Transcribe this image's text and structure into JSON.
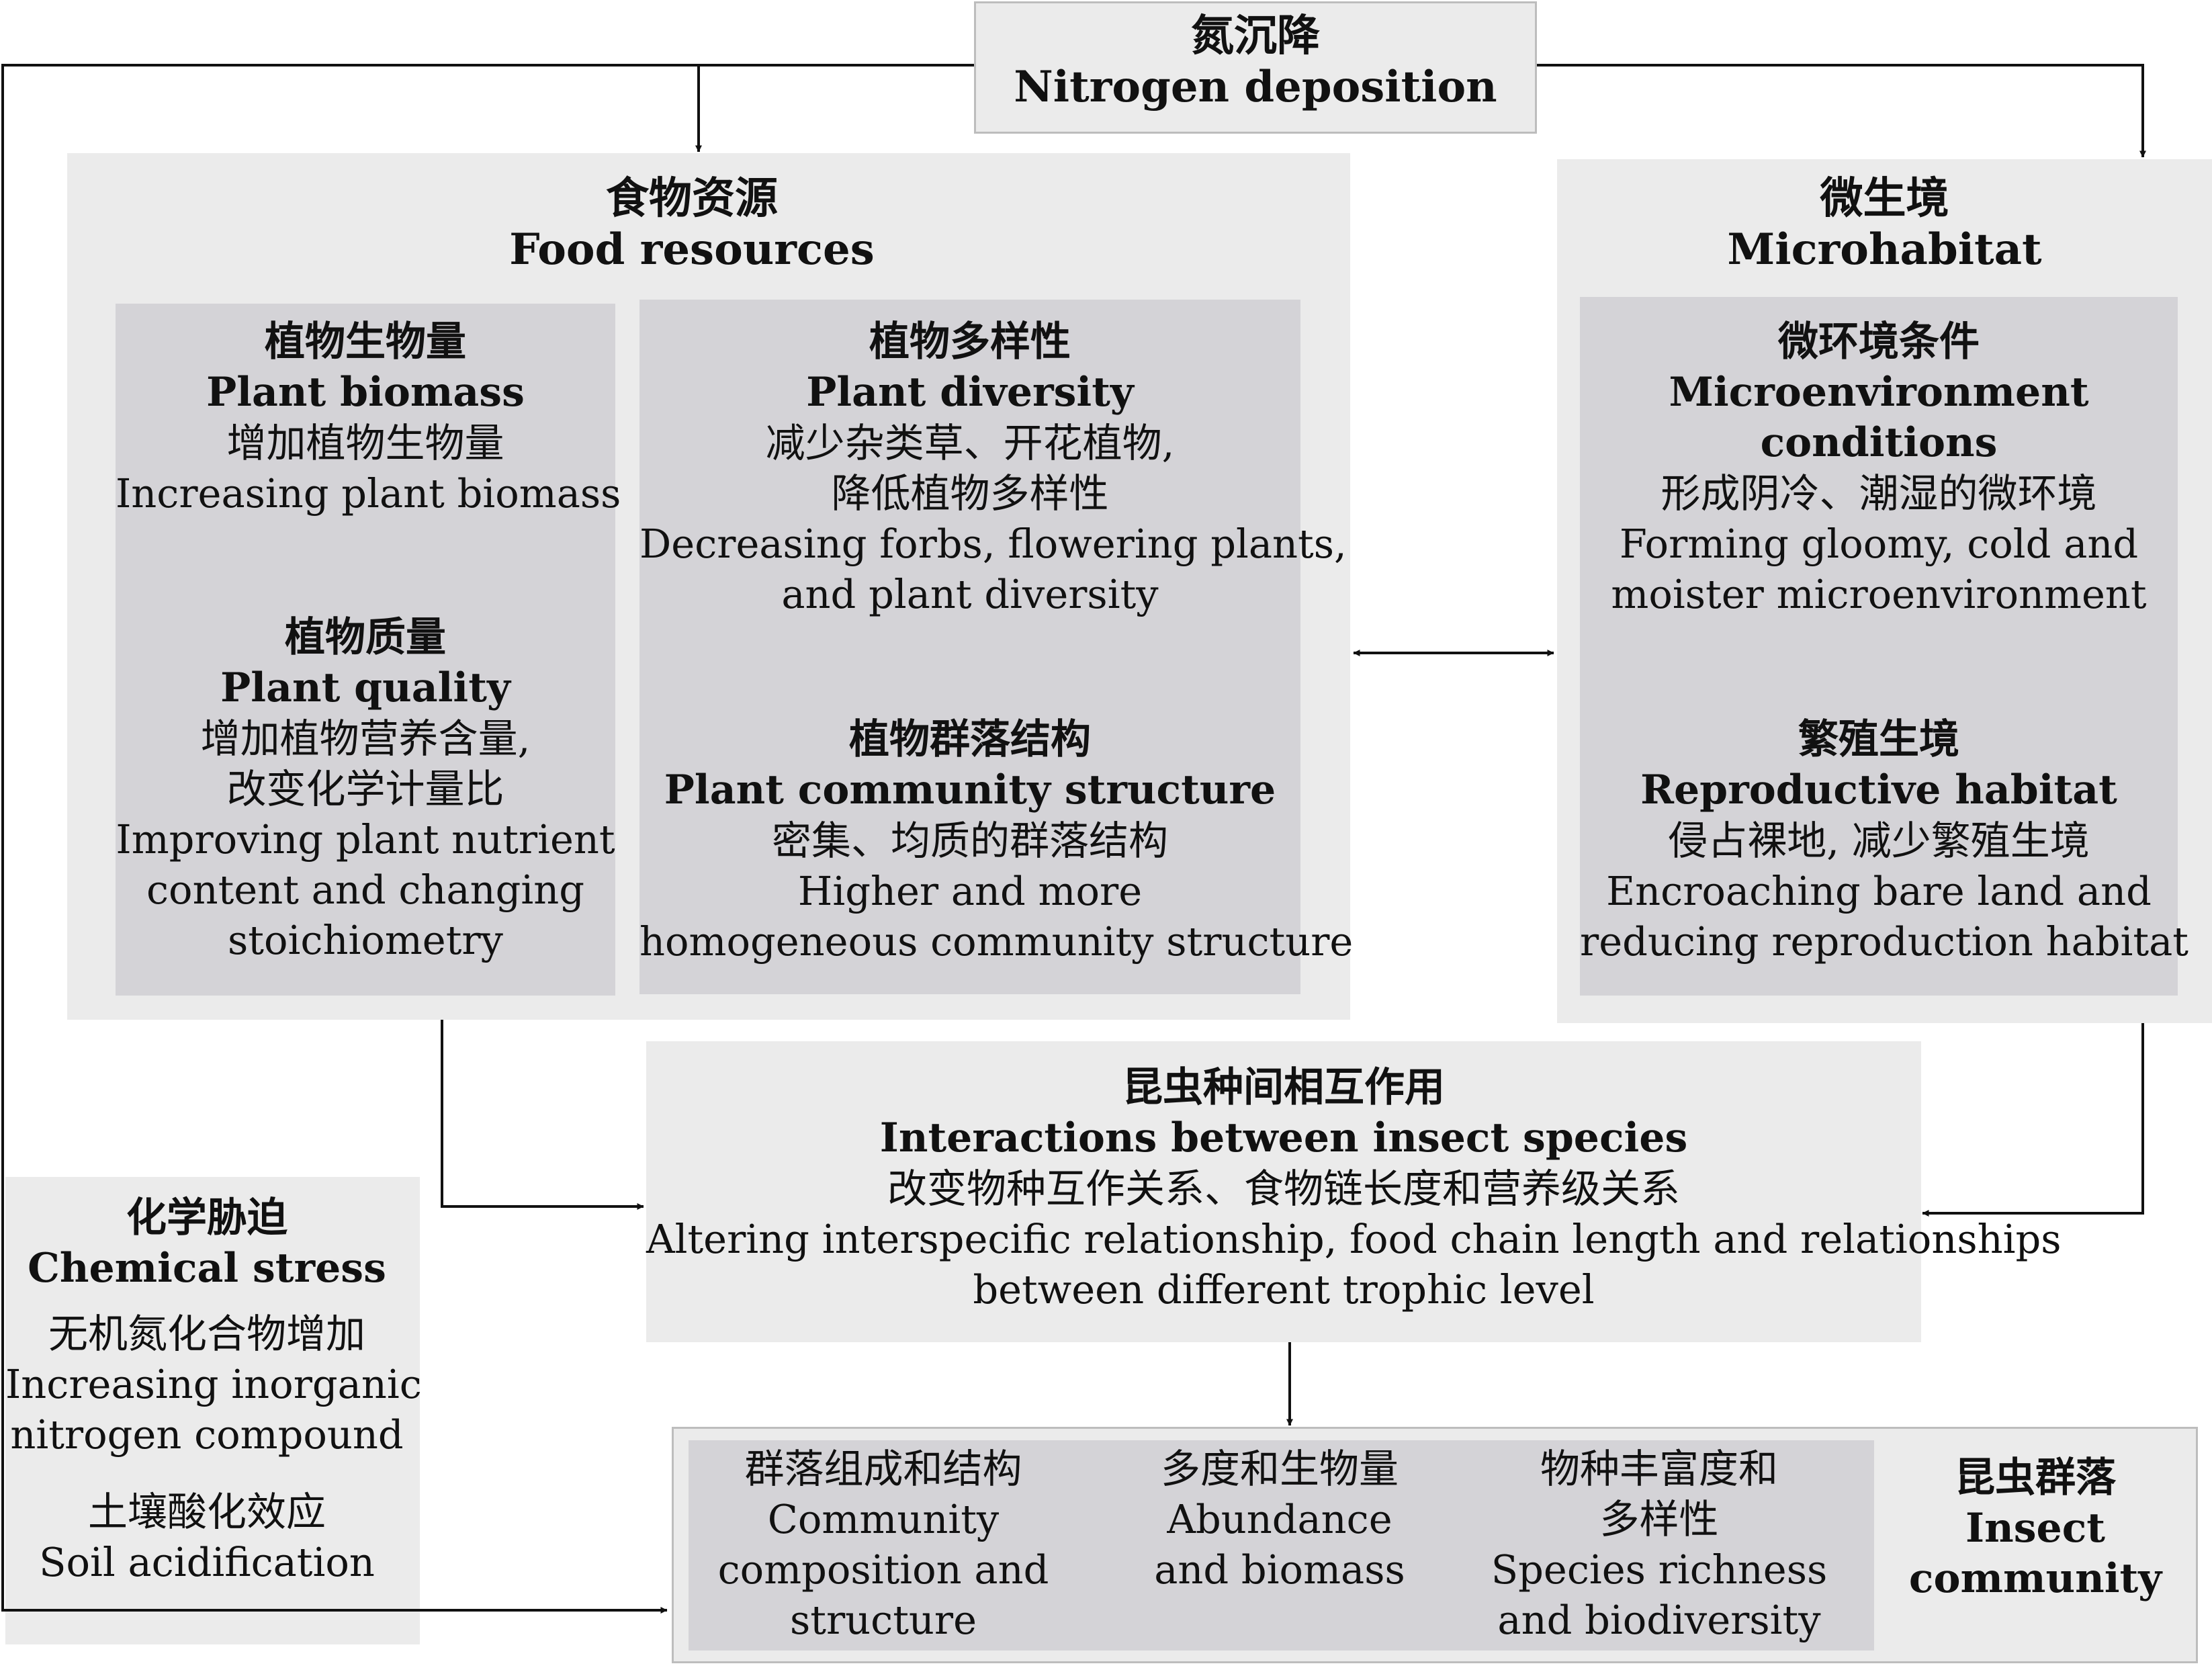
{
  "nitrogen": {
    "zh": "氮沉降",
    "en": "Nitrogen deposition"
  },
  "food": {
    "title_zh": "食物资源",
    "title_en": "Food resources",
    "biomass": {
      "title_zh": "植物生物量",
      "title_en": "Plant biomass",
      "desc_zh": "增加植物生物量",
      "desc_en": "Increasing plant biomass"
    },
    "quality": {
      "title_zh": "植物质量",
      "title_en": "Plant quality",
      "desc_zh_1": "增加植物营养含量,",
      "desc_zh_2": "改变化学计量比",
      "desc_en_1": "Improving plant nutrient",
      "desc_en_2": "content and changing",
      "desc_en_3": "stoichiometry"
    },
    "diversity": {
      "title_zh": "植物多样性",
      "title_en": "Plant diversity",
      "desc_zh_1": "减少杂类草、开花植物,",
      "desc_zh_2": "降低植物多样性",
      "desc_en_1": "Decreasing forbs, flowering plants,",
      "desc_en_2": "and plant diversity"
    },
    "community": {
      "title_zh": "植物群落结构",
      "title_en": "Plant community structure",
      "desc_zh": "密集、均质的群落结构",
      "desc_en_1": "Higher and more",
      "desc_en_2": "homogeneous community structure"
    }
  },
  "micro": {
    "title_zh": "微生境",
    "title_en": "Microhabitat",
    "env": {
      "title_zh": "微环境条件",
      "title_en_1": "Microenvironment",
      "title_en_2": "conditions",
      "desc_zh": "形成阴冷、潮湿的微环境",
      "desc_en_1": "Forming gloomy, cold and",
      "desc_en_2": "moister microenvironment"
    },
    "repro": {
      "title_zh": "繁殖生境",
      "title_en": "Reproductive habitat",
      "desc_zh": "侵占裸地, 减少繁殖生境",
      "desc_en_1": "Encroaching bare land and",
      "desc_en_2": "reducing reproduction habitat"
    }
  },
  "interactions": {
    "title_zh": "昆虫种间相互作用",
    "title_en": "Interactions between insect species",
    "desc_zh": "改变物种互作关系、食物链长度和营养级关系",
    "desc_en_1": "Altering interspecific relationship, food chain length and relationships",
    "desc_en_2": "between different trophic level"
  },
  "chemical": {
    "title_zh": "化学胁迫",
    "title_en": "Chemical stress",
    "item1_zh": "无机氮化合物增加",
    "item1_en_1": "Increasing inorganic",
    "item1_en_2": "nitrogen compound",
    "item2_zh": "土壤酸化效应",
    "item2_en": "Soil acidification"
  },
  "insect": {
    "title_zh": "昆虫群落",
    "title_en_1": "Insect",
    "title_en_2": "community",
    "col1_zh": "群落组成和结构",
    "col1_en_1": "Community",
    "col1_en_2": "composition and",
    "col1_en_3": "structure",
    "col2_zh": "多度和生物量",
    "col2_en_1": "Abundance",
    "col2_en_2": "and biomass",
    "col3_zh_1": "物种丰富度和",
    "col3_zh_2": "多样性",
    "col3_en_1": "Species richness",
    "col3_en_2": "and biodiversity"
  },
  "colors": {
    "light_box": "#ebebeb",
    "dark_box": "#d4d3d7",
    "line": "#111111"
  }
}
